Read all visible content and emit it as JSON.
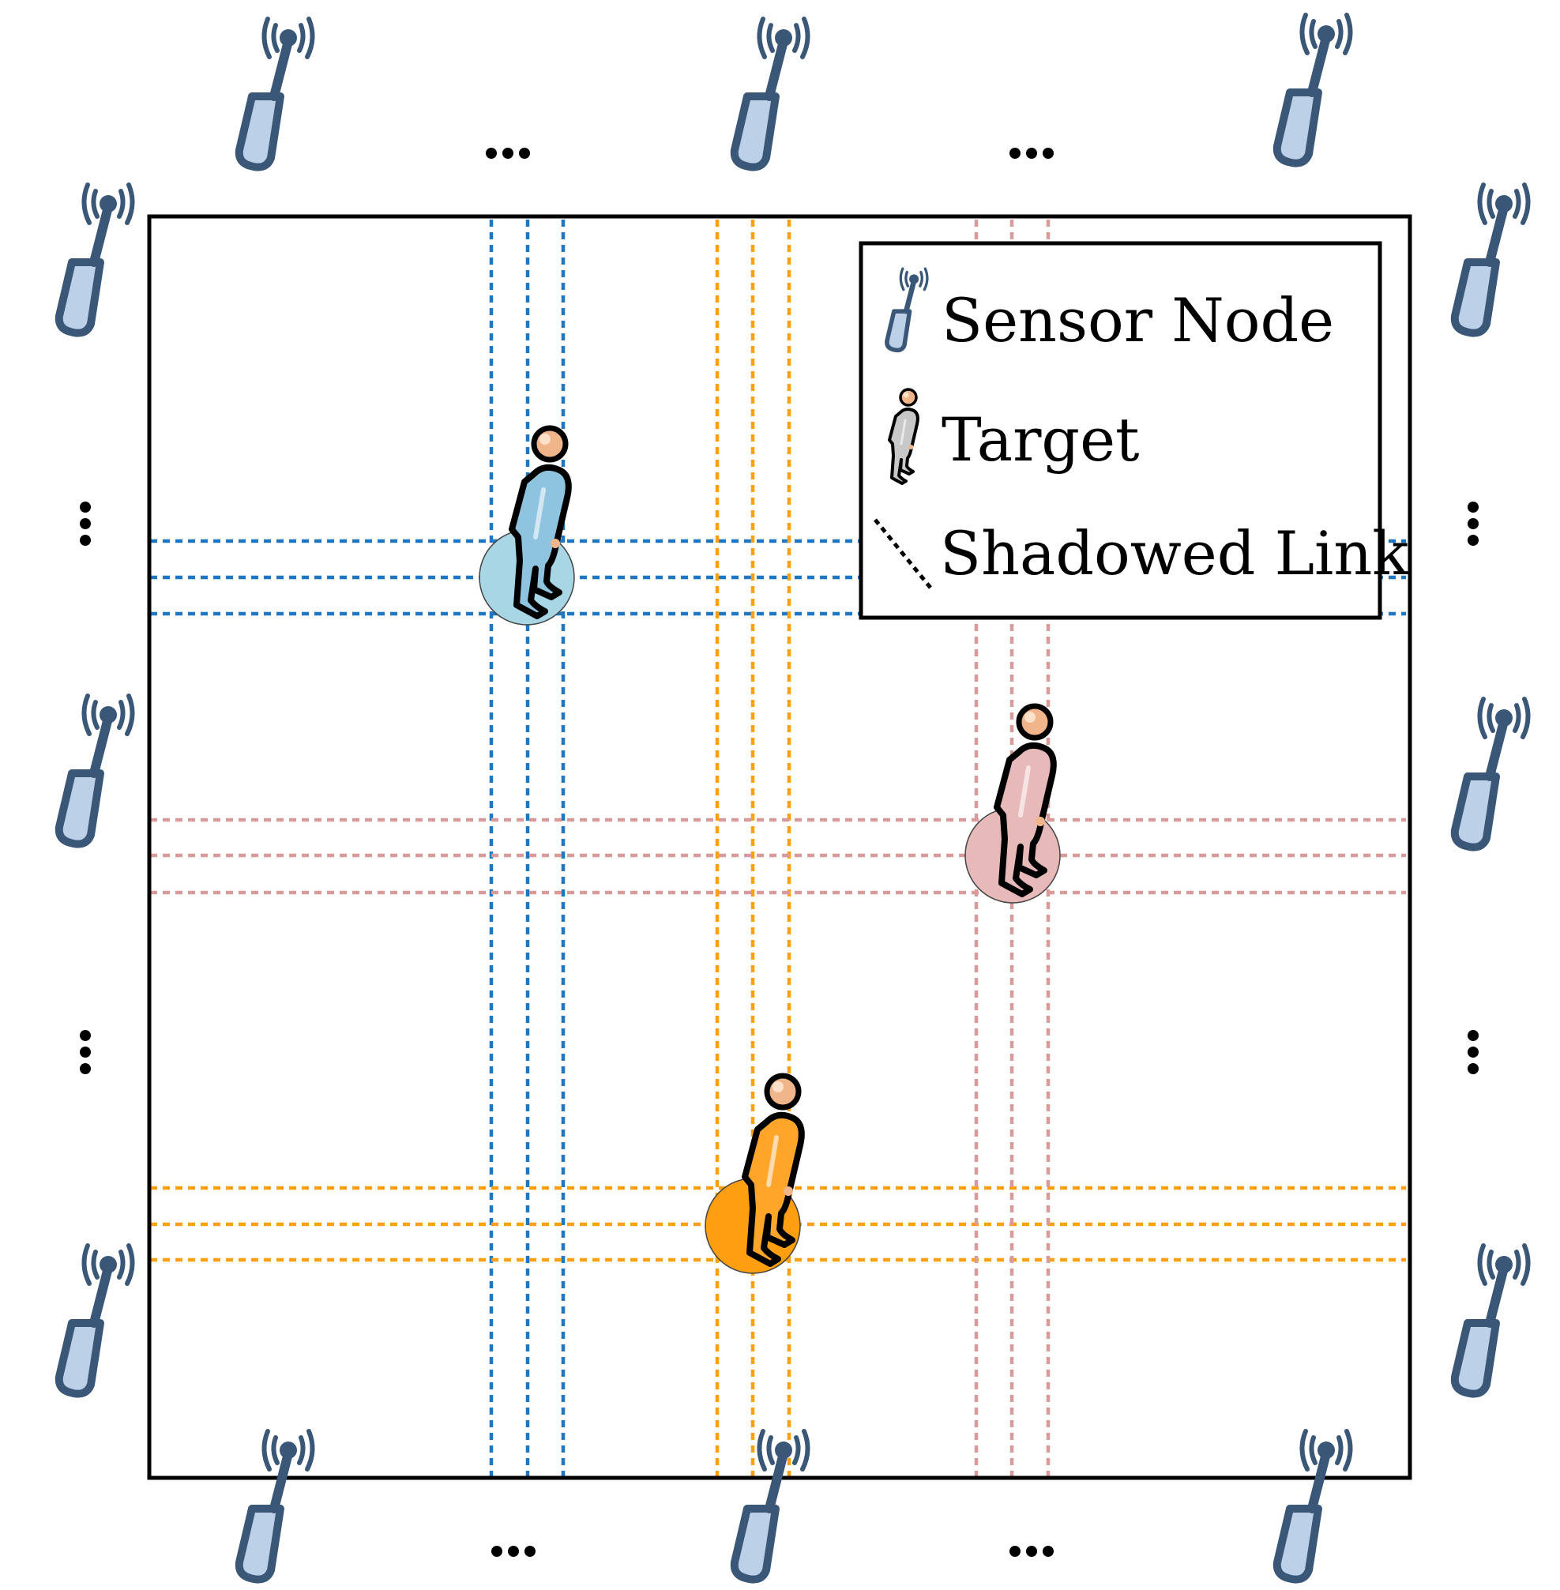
{
  "legend": {
    "sensor_label": "Sensor Node",
    "target_label": "Target",
    "link_label": "Shadowed Link"
  },
  "colors": {
    "blue_link": "#1f77c4",
    "orange_link": "#ffa011",
    "pink_link": "#d89a9a",
    "blue_disk": "#a9d6e5",
    "orange_disk": "#ff9f10",
    "pink_disk": "#e8b9b9",
    "sensor_body": "#bcd0e8",
    "sensor_outline": "#3a5778"
  },
  "sensors": [
    {
      "id": "top-1"
    },
    {
      "id": "top-2"
    },
    {
      "id": "top-3"
    },
    {
      "id": "left-1"
    },
    {
      "id": "left-2"
    },
    {
      "id": "left-3"
    },
    {
      "id": "right-1"
    },
    {
      "id": "right-2"
    },
    {
      "id": "right-3"
    },
    {
      "id": "bottom-1"
    },
    {
      "id": "bottom-2"
    },
    {
      "id": "bottom-3"
    }
  ],
  "targets": [
    {
      "id": "blue",
      "suit": "#8ec4e0"
    },
    {
      "id": "pink",
      "suit": "#e8b9b9"
    },
    {
      "id": "orange",
      "suit": "#ffa52a"
    }
  ]
}
